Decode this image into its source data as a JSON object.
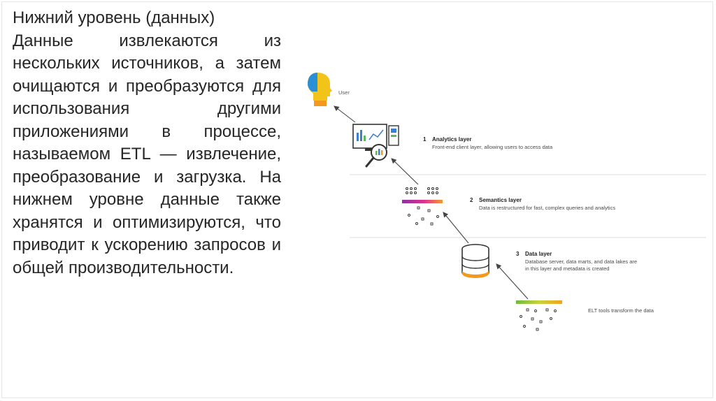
{
  "text": {
    "heading": "Нижний уровень (данных)",
    "body": "Данные извлекаются из нескольких источников, а затем очищаются и преобразуются для использования другими приложениями в процессе, называемом ETL — извлечение, преобразование и загрузка. На нижнем уровне данные также хранятся и оптимизируются, что приводит к ускорению запросов и общей производительности."
  },
  "diagram": {
    "user_label": "User",
    "layers": [
      {
        "number": "1",
        "title": "Analytics layer",
        "description": [
          "Front-end client layer, allowing users to access data"
        ]
      },
      {
        "number": "2",
        "title": "Semantics layer",
        "description": [
          "Data is restructured for fast, complex queries and analytics"
        ]
      },
      {
        "number": "3",
        "title": "Data layer",
        "description": [
          "Database server, data marts, and data lakes are",
          "in this layer and metadata is created"
        ]
      }
    ],
    "elt_label": "ELT tools transform the data",
    "colors": {
      "divider": "#dddddd",
      "arrow": "#444444",
      "user_blue": "#2b8fd6",
      "user_yellow": "#f2c318",
      "user_orange": "#f39a1d",
      "chart_blue": "#3b7fd0",
      "chart_green": "#5cb85c",
      "semantics_bar": [
        "#8e2fa3",
        "#e0318d",
        "#f29a2e"
      ],
      "elt_bar": [
        "#6dbb3e",
        "#c6d43a",
        "#f6a21e"
      ],
      "db_orange": "#f39a1d"
    },
    "icons": [
      "user-head-icon",
      "dashboard-icon",
      "magnifier-icon",
      "database-icon",
      "data-grid-icon"
    ]
  }
}
